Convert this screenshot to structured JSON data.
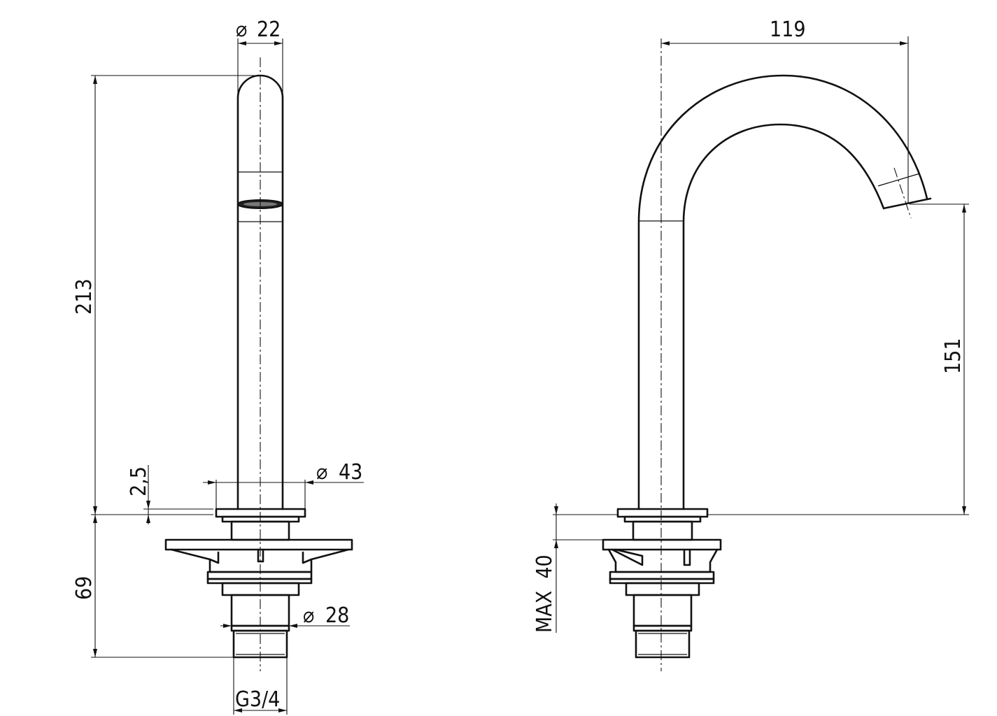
{
  "front_view": {
    "dim_top_diameter": "22",
    "dim_total_height": "213",
    "dim_flange_thickness": "2,5",
    "dim_flange_diameter": "43",
    "dim_below_deck": "69",
    "dim_shank_diameter": "28",
    "dim_thread": "G3/4",
    "diameter_symbol": "⌀"
  },
  "side_view": {
    "dim_reach": "119",
    "dim_spout_height": "151",
    "dim_max_deck_thickness": "MAX  40"
  }
}
